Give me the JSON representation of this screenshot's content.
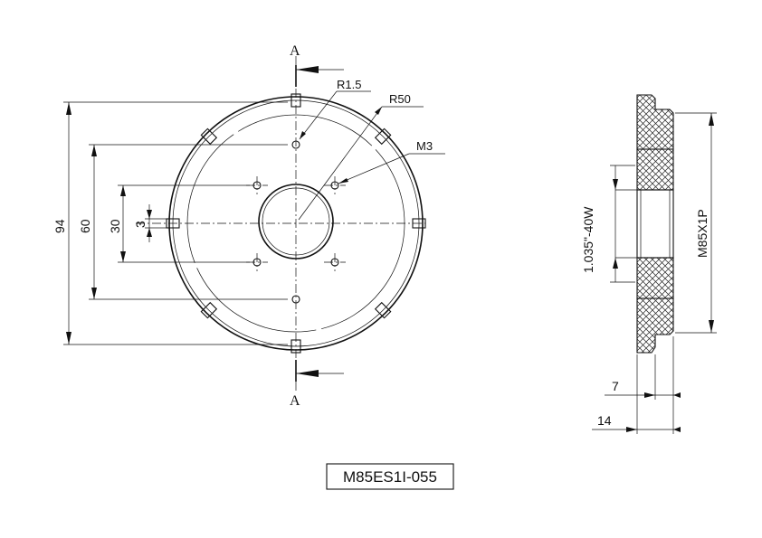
{
  "section_markers": {
    "top": "A",
    "bottom": "A"
  },
  "front_view": {
    "callouts": {
      "corner_radius": "R1.5",
      "pitch_radius": "R50",
      "thread_holes": "M3"
    },
    "dimensions": {
      "outer_height": "94",
      "hole_span": "60",
      "hole_pitch": "30",
      "slot_width": "3"
    }
  },
  "side_view": {
    "dimensions": {
      "bore": "1.035\"-40W",
      "thread": "M85X1P",
      "hub_width": "7",
      "total_width": "14"
    }
  },
  "part_number": "M85ES1I-055"
}
